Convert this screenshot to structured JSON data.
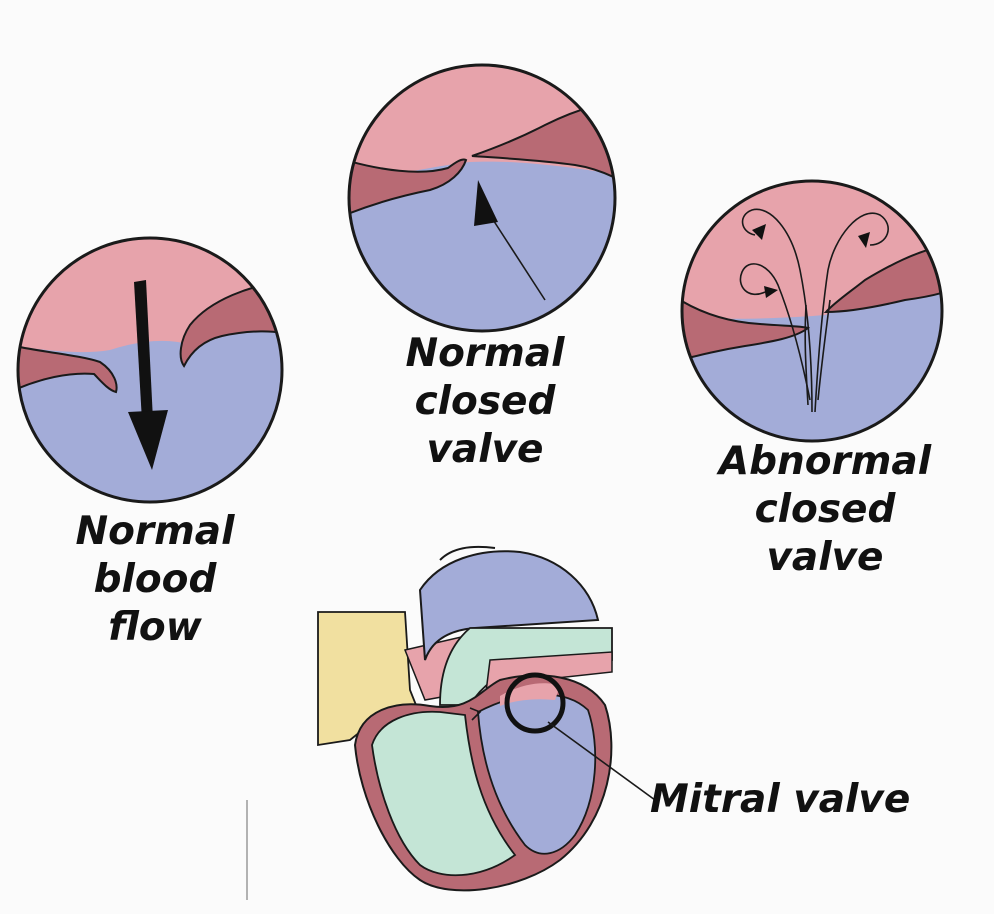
{
  "panels": {
    "normal_flow": {
      "line1": "Normal",
      "line2": "blood",
      "line3": "flow"
    },
    "normal_closed": {
      "line1": "Normal",
      "line2": "closed",
      "line3": "valve"
    },
    "abnormal_closed": {
      "line1": "Abnormal",
      "line2": "closed",
      "line3": "valve"
    }
  },
  "callout": {
    "label": "Mitral valve"
  },
  "colors": {
    "atrium_blood": "#e7a3ab",
    "ventricle_blood": "#a3acd8",
    "valve_tissue": "#b86a74",
    "lung_blood": "#c4e5d6",
    "fat": "#f1e0a0",
    "outline": "#1a1a1a"
  }
}
